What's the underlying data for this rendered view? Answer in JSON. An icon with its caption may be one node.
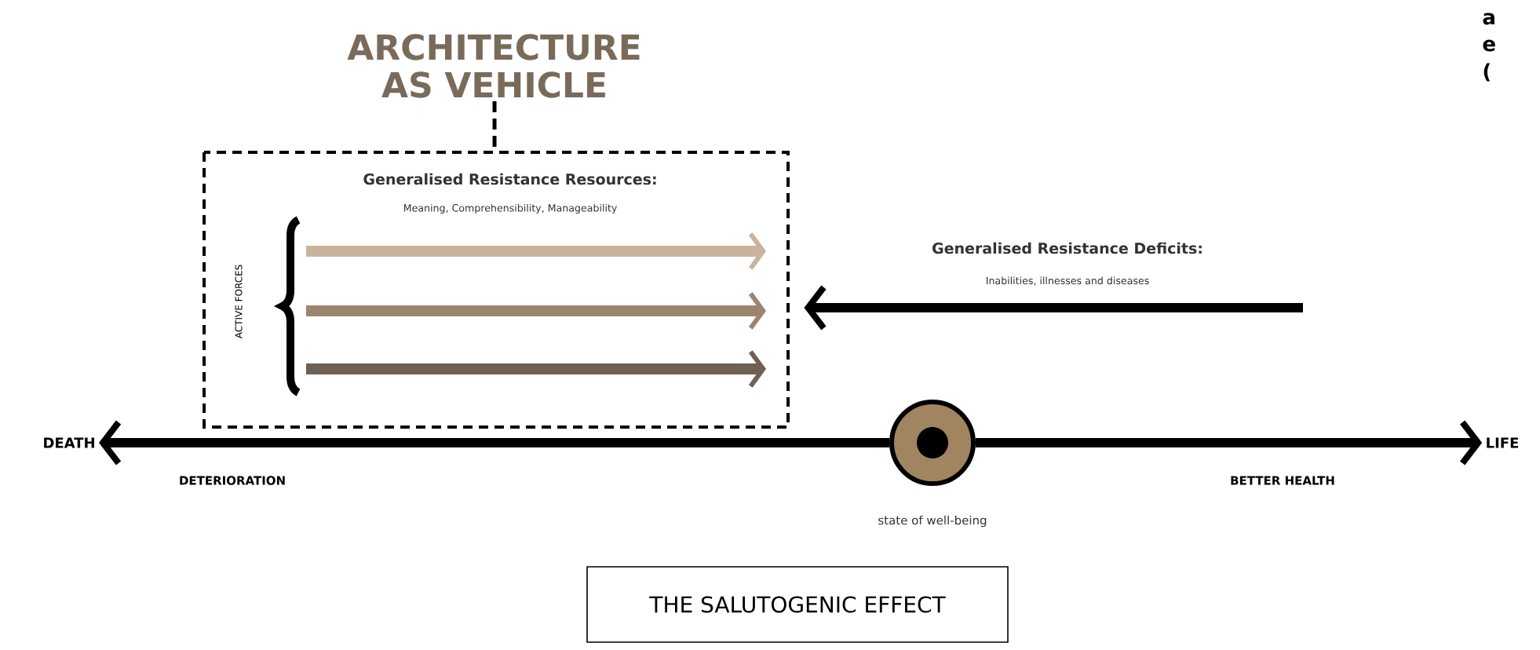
{
  "diagram": {
    "nodes": [
      {
        "text": [
          "ARCHITECTURE AS VEHICLE"
        ]
      },
      {
        "text": [
          "Generalised Resistance Resources:",
          "Meaning, Comprehensibility, Manageability",
          "ACTIVE FORCES"
        ]
      },
      {
        "text": [
          "DEATH"
        ]
      },
      {
        "text": [
          "LIFE"
        ]
      },
      {
        "text": [],
        "shape": "circle",
        "beside": [
          "state of well-being"
        ]
      },
      {
        "text": [
          "THE SALUTOGENIC EFFECT"
        ]
      }
    ],
    "edges": [
      {
        "from": 0,
        "to": 1,
        "arrow": "none",
        "style": "dashed"
      },
      {
        "from": null,
        "to": 1,
        "arrow": "to"
      },
      {
        "from": 4,
        "to": 2,
        "arrow": "to",
        "label": "DETERIORATION"
      },
      {
        "from": 4,
        "to": 3,
        "arrow": "to",
        "label": "BETTER HEALTH"
      }
    ],
    "labels": [
      "a",
      "e",
      "(",
      "Generalised Resistance Deficits:",
      "Inabilities, illnesses and diseases"
    ]
  }
}
